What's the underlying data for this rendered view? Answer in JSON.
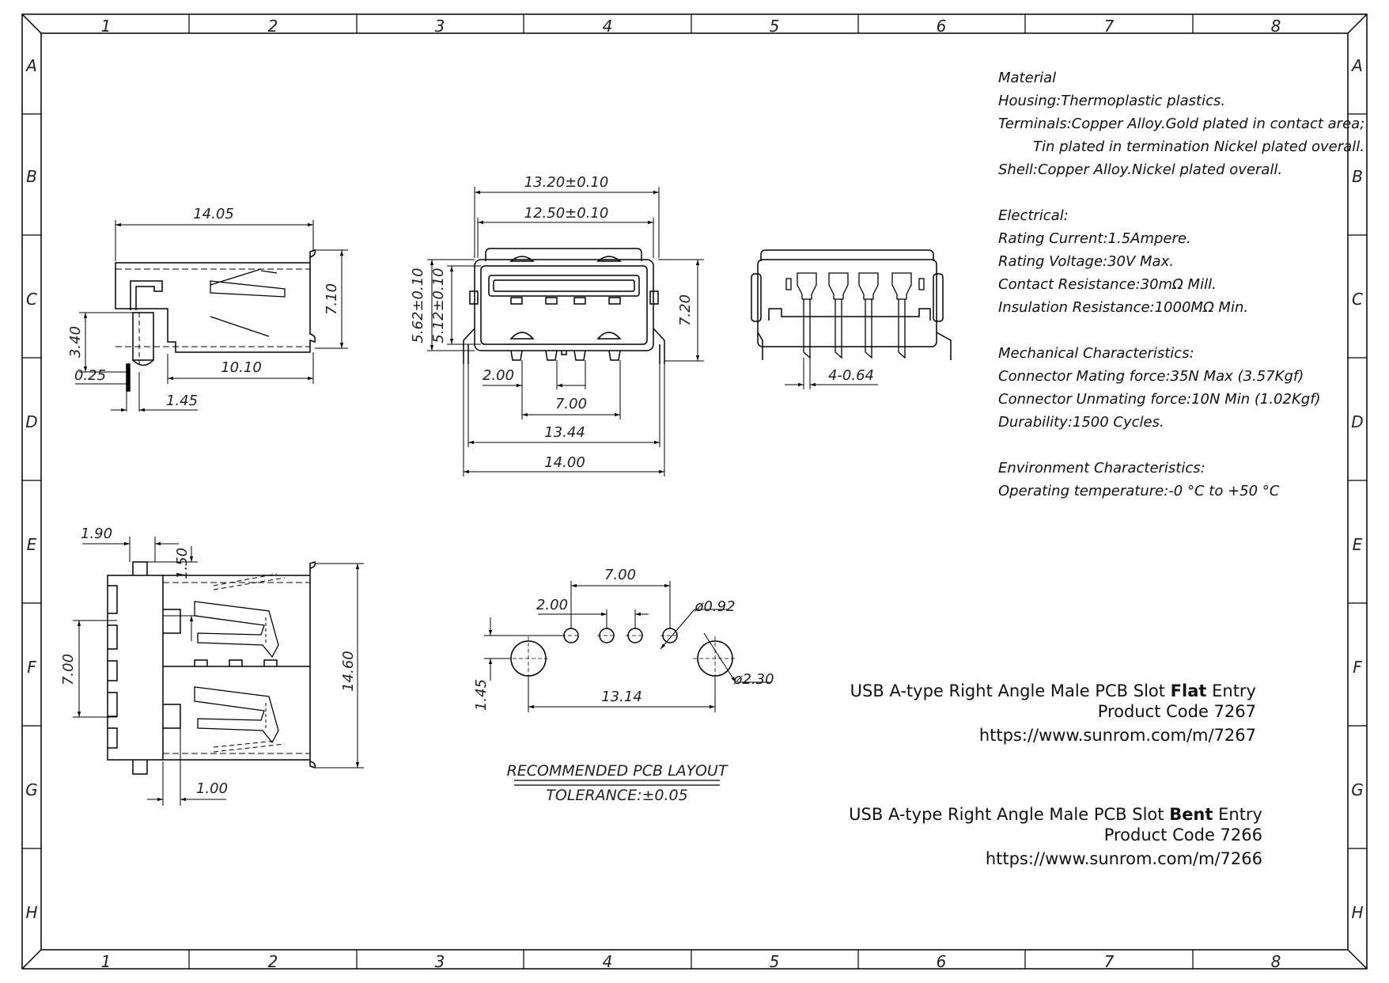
{
  "sheet": {
    "columns": [
      "1",
      "2",
      "3",
      "4",
      "5",
      "6",
      "7",
      "8"
    ],
    "rows": [
      "A",
      "B",
      "C",
      "D",
      "E",
      "F",
      "G",
      "H"
    ]
  },
  "dimensions": {
    "side_view": {
      "overall_length": "14.05",
      "height": "7.10",
      "pin_height": "3.40",
      "pin_thickness": "0.25",
      "pin_offset": "1.45",
      "body_length": "10.10"
    },
    "front_view": {
      "shell_width": "13.20±0.10",
      "opening_width": "12.50±0.10",
      "shell_height": "5.62±0.10",
      "opening_height": "5.12±0.10",
      "overall_height": "7.20",
      "pin_pitch": "2.00",
      "pin_span": "7.00",
      "tab_span": "13.44",
      "overall_width": "14.00"
    },
    "rear_view": {
      "pin_width": "4-0.64"
    },
    "top_view": {
      "tab_width": "1.90",
      "tab_length": "1.50",
      "inner_span": "7.00",
      "overall_width": "14.60",
      "tab_offset": "1.00"
    },
    "pcb_layout": {
      "pin_span": "7.00",
      "pin_pitch": "2.00",
      "pin_hole": "ø0.92",
      "tab_hole": "ø2.30",
      "tab_offset": "1.45",
      "tab_span": "13.14",
      "title": "RECOMMENDED PCB LAYOUT",
      "tolerance": "TOLERANCE:±0.05"
    }
  },
  "specs": {
    "material_heading": "Material",
    "housing": "Housing:Thermoplastic plastics.",
    "terminals_1": "Terminals:Copper Alloy.Gold plated in contact area;",
    "terminals_2": "Tin plated in termination Nickel plated overall.",
    "shell": "Shell:Copper Alloy.Nickel plated overall.",
    "electrical_heading": "Electrical:",
    "rating_current": "Rating Current:1.5Ampere.",
    "rating_voltage": "Rating Voltage:30V Max.",
    "contact_resistance": "Contact Resistance:30mΩ Mill.",
    "insulation_resistance": "Insulation Resistance:1000MΩ Min.",
    "mechanical_heading": "Mechanical Characteristics:",
    "mating_force": "Connector Mating force:35N Max (3.57Kgf)",
    "unmating_force": "Connector Unmating force:10N Min (1.02Kgf)",
    "durability": "Durability:1500 Cycles.",
    "environment_heading": "Environment Characteristics:",
    "operating_temperature": "Operating temperature:-0 °C to +50 °C"
  },
  "products": [
    {
      "title_prefix": "USB A-type Right Angle Male PCB Slot ",
      "title_bold": "Flat",
      "title_suffix": " Entry",
      "code": "Product Code 7267",
      "url": "https://www.sunrom.com/m/7267"
    },
    {
      "title_prefix": "USB A-type Right Angle Male PCB Slot ",
      "title_bold": "Bent",
      "title_suffix": " Entry",
      "code": "Product Code 7266",
      "url": "https://www.sunrom.com/m/7266"
    }
  ]
}
